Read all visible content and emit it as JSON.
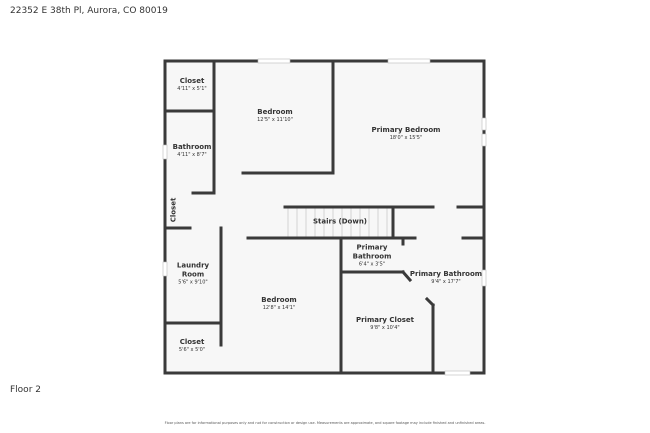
{
  "address": "22352 E 38th Pl, Aurora, CO 80019",
  "floor_label": "Floor 2",
  "disclaimer": "Floor plans are for informational purposes only and not for construction or design use. Measurements are approximate, and square footage may include finished and unfinished areas.",
  "rooms": [
    {
      "name": "Closet",
      "dims": "4'11\" x 5'1\""
    },
    {
      "name": "Bedroom",
      "dims": "12'5\" x 11'10\""
    },
    {
      "name": "Primary Bedroom",
      "dims": "18'0\" x 15'5\""
    },
    {
      "name": "Bathroom",
      "dims": "4'11\" x 8'7\""
    },
    {
      "name": "Closet",
      "dims": ""
    },
    {
      "name": "Stairs (Down)",
      "dims": ""
    },
    {
      "name": "Primary Bathroom",
      "dims": "6'4\" x 3'5\""
    },
    {
      "name": "Laundry Room",
      "dims": "5'6\" x 9'10\""
    },
    {
      "name": "Primary Bathroom",
      "dims": "9'4\" x 17'7\""
    },
    {
      "name": "Bedroom",
      "dims": "12'8\" x 14'1\""
    },
    {
      "name": "Primary Closet",
      "dims": "9'8\" x 10'4\""
    },
    {
      "name": "Closet",
      "dims": "5'6\" x 5'0\""
    }
  ]
}
